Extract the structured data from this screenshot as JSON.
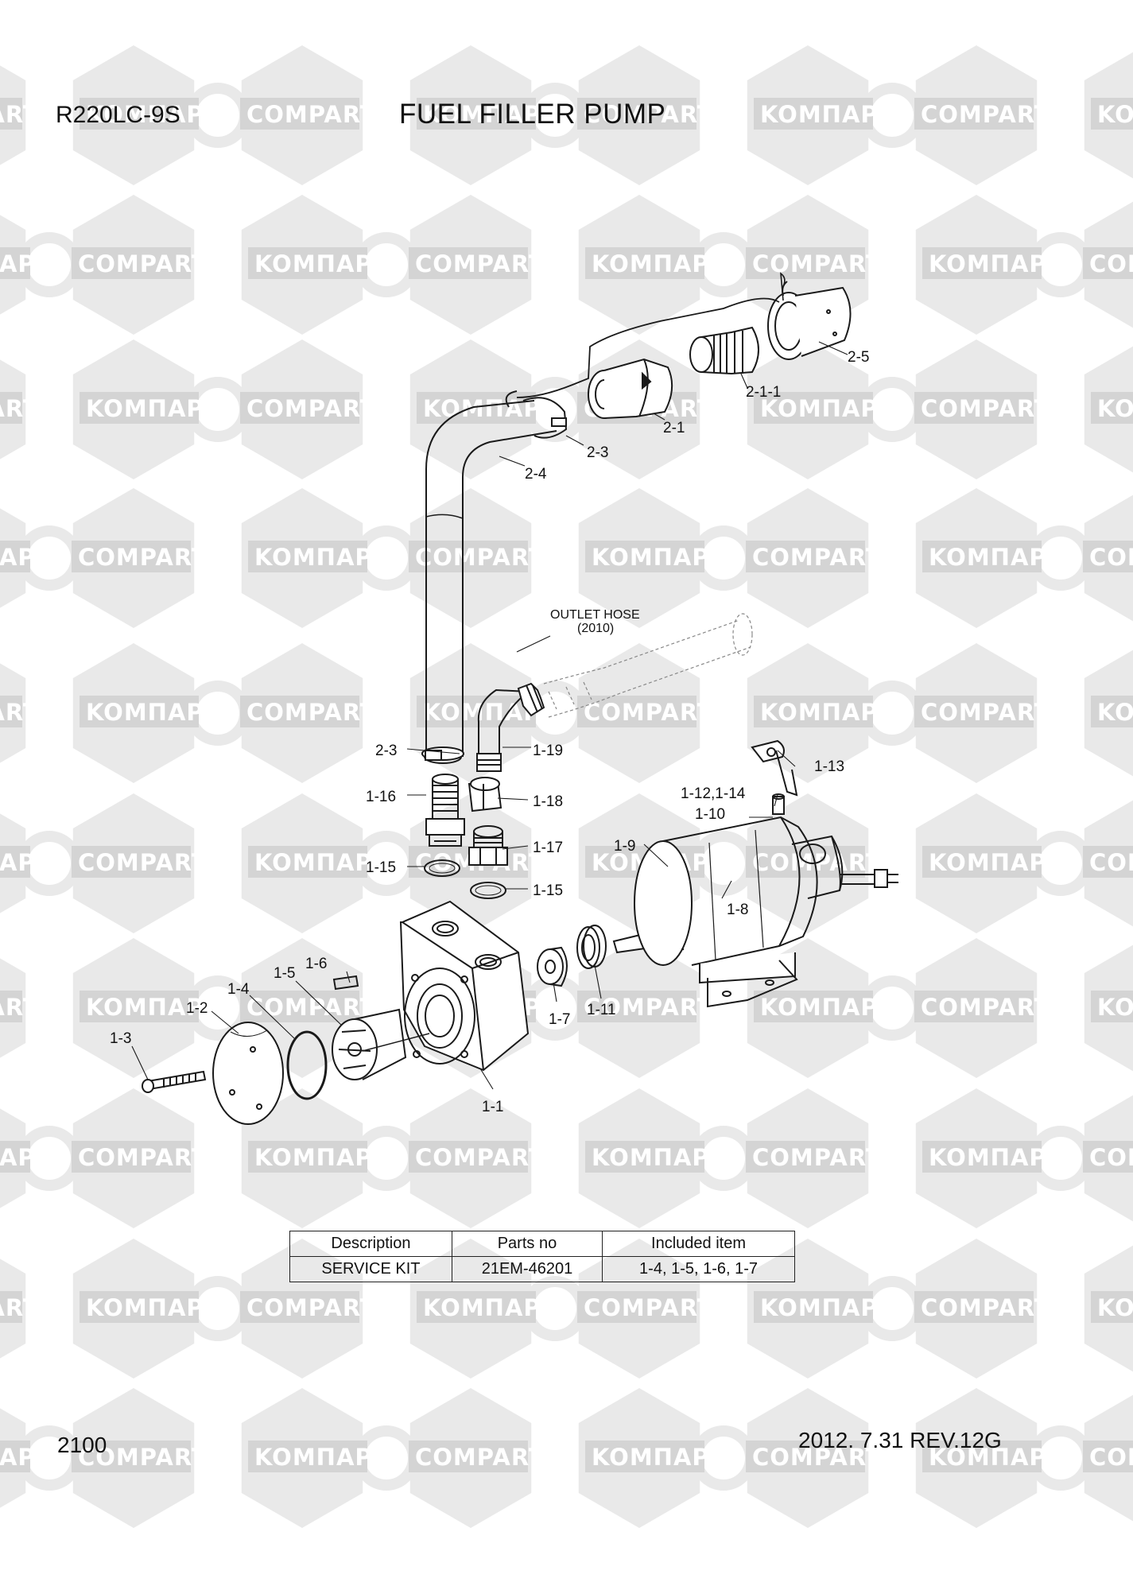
{
  "header": {
    "model": "R220LC-9S",
    "title": "FUEL FILLER PUMP"
  },
  "watermark": {
    "text_cyrillic": "KOMПАPT",
    "text_latin": "COMPART"
  },
  "diagram": {
    "callouts": [
      "2-5",
      "2-1-1",
      "2-1",
      "2-3",
      "2-4",
      "1-19",
      "1-18",
      "1-16",
      "1-17",
      "1-15",
      "1-13",
      "1-12,1-14",
      "1-10",
      "1-9",
      "1-8",
      "1-6",
      "1-5",
      "1-4",
      "1-2",
      "1-3",
      "1-7",
      "1-11",
      "1-1"
    ],
    "outlet_hose_label": "OUTLET HOSE",
    "outlet_hose_year": "(2010)"
  },
  "kit_table": {
    "headers": [
      "Description",
      "Parts no",
      "Included item"
    ],
    "rows": [
      [
        "SERVICE KIT",
        "21EM-46201",
        "1-4, 1-5, 1-6, 1-7"
      ]
    ]
  },
  "footer": {
    "page_number": "2100",
    "revision": "2012. 7.31  REV.12G"
  }
}
